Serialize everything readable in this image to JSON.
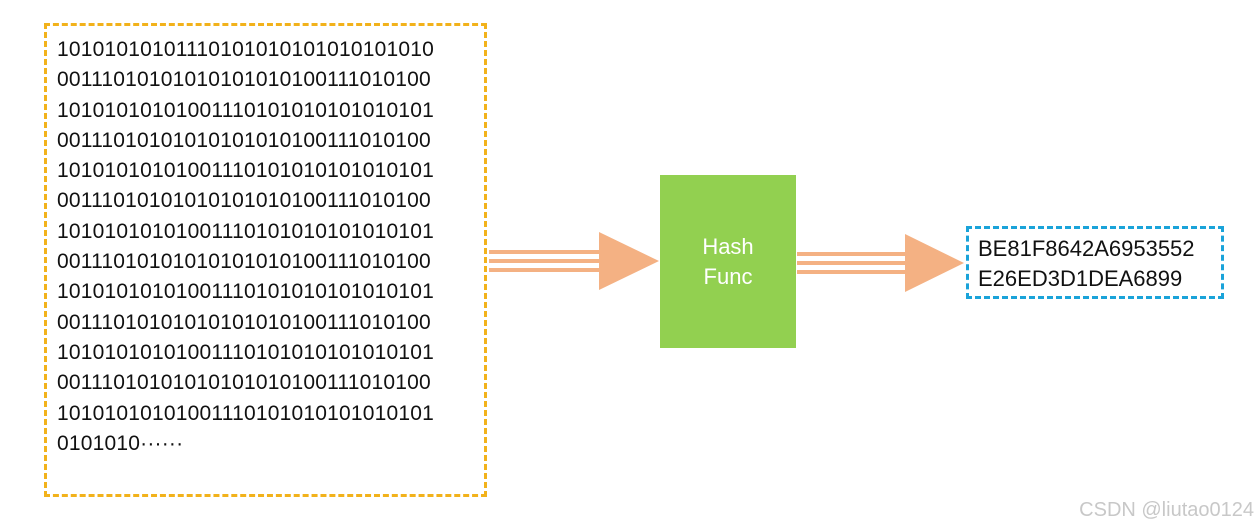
{
  "input": {
    "lines": [
      "10101010101110101010101010101010",
      "00111010101010101010100111010100",
      "10101010101001110101010101010101",
      "00111010101010101010100111010100",
      "10101010101001110101010101010101",
      "00111010101010101010100111010100",
      "10101010101001110101010101010101",
      "00111010101010101010100111010100",
      "10101010101001110101010101010101",
      "00111010101010101010100111010100",
      "10101010101001110101010101010101",
      "00111010101010101010100111010100",
      "10101010101001110101010101010101",
      "0101010······"
    ]
  },
  "hash_function": {
    "line1": "Hash",
    "line2": "Func"
  },
  "output": {
    "line1": "BE81F8642A6953552",
    "line2": "E26ED3D1DEA6899"
  },
  "watermark": "CSDN @liutao0124",
  "colors": {
    "input_border": "#f2b21b",
    "hash_box": "#92d050",
    "arrow": "#f4b183",
    "output_border": "#1aa3d9"
  }
}
